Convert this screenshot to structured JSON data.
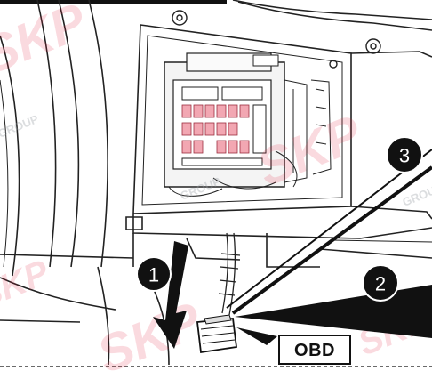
{
  "callouts": [
    {
      "number": "1"
    },
    {
      "number": "2"
    },
    {
      "number": "3"
    }
  ],
  "connector_label": "OBD",
  "watermark": {
    "brand": "SKP",
    "sub": "GROUP",
    "color": "#e6213f"
  }
}
